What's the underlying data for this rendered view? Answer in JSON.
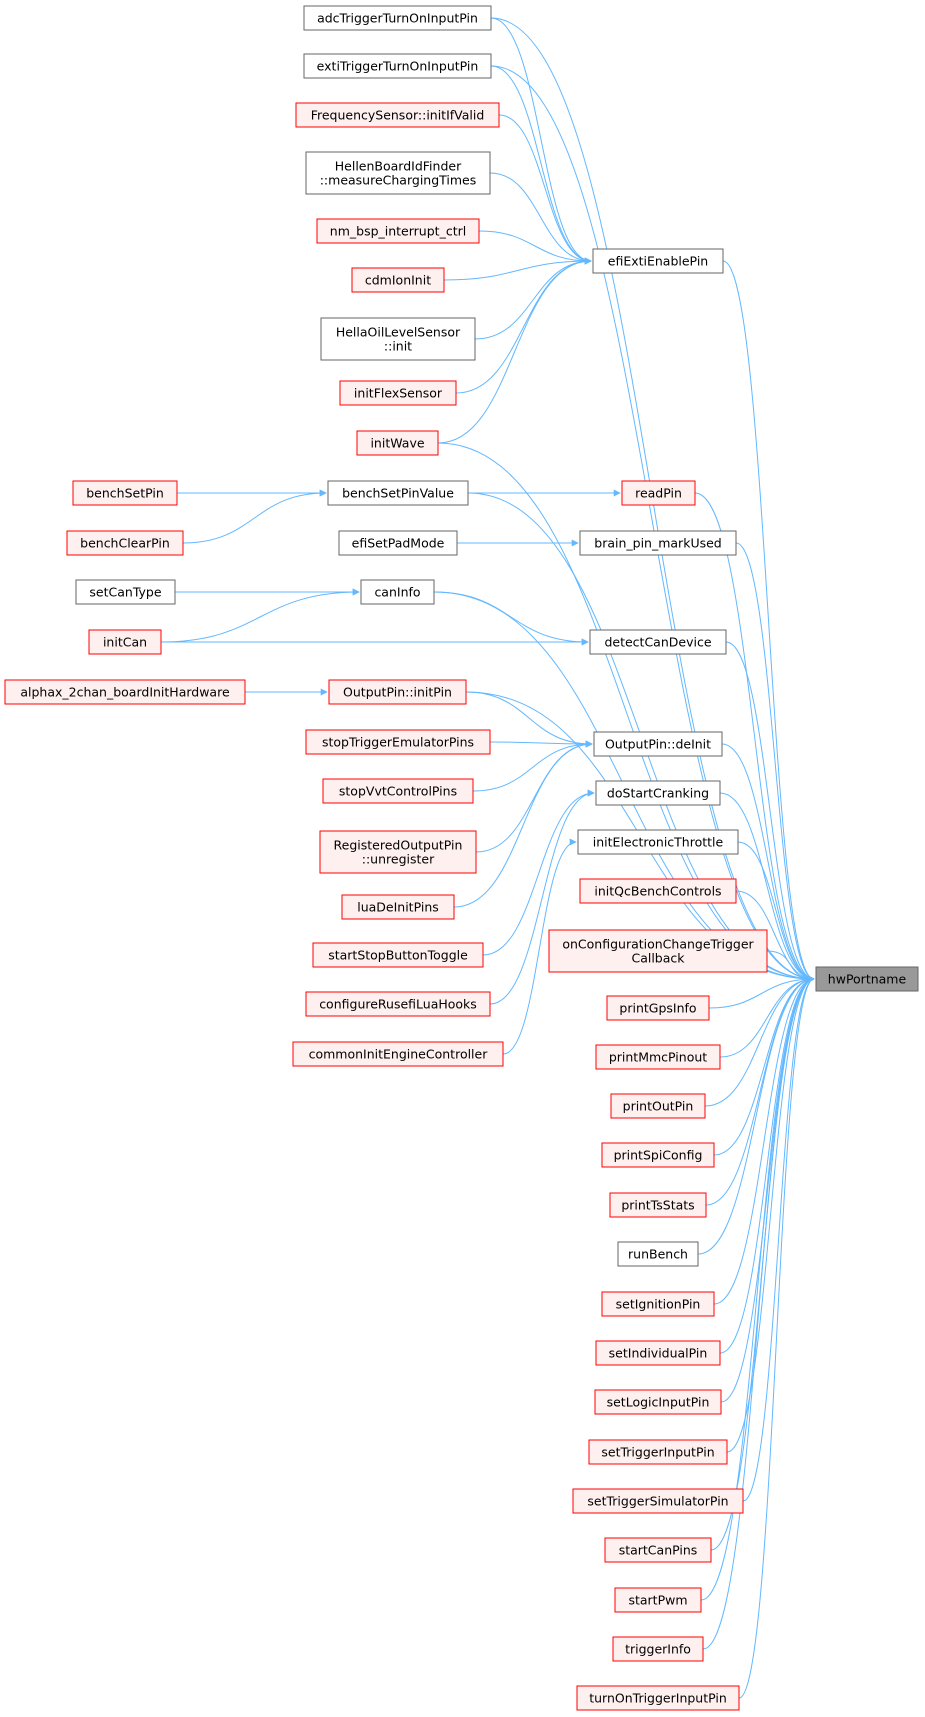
{
  "diagram": {
    "colors": {
      "edge": "#63b8ff",
      "plain_border": "#666666",
      "truncated_border": "#ff0000",
      "truncated_fill": "#fff0f0",
      "target_fill": "#999999"
    },
    "nodes": [
      {
        "id": "adcTriggerTurnOnInputPin",
        "lines": [
          "adcTriggerTurnOnInputPin"
        ],
        "style": "plain"
      },
      {
        "id": "extiTriggerTurnOnInputPin",
        "lines": [
          "extiTriggerTurnOnInputPin"
        ],
        "style": "plain"
      },
      {
        "id": "FrequencySensor_initIfValid",
        "lines": [
          "FrequencySensor::initIfValid"
        ],
        "style": "red"
      },
      {
        "id": "HellenBoardIdFinder_measureChargingTimes",
        "lines": [
          "HellenBoardIdFinder",
          "::measureChargingTimes"
        ],
        "style": "plain"
      },
      {
        "id": "nm_bsp_interrupt_ctrl",
        "lines": [
          "nm_bsp_interrupt_ctrl"
        ],
        "style": "red"
      },
      {
        "id": "cdmIonInit",
        "lines": [
          "cdmIonInit"
        ],
        "style": "red"
      },
      {
        "id": "HellaOilLevelSensor_init",
        "lines": [
          "HellaOilLevelSensor",
          "::init"
        ],
        "style": "plain"
      },
      {
        "id": "initFlexSensor",
        "lines": [
          "initFlexSensor"
        ],
        "style": "red"
      },
      {
        "id": "initWave",
        "lines": [
          "initWave"
        ],
        "style": "red"
      },
      {
        "id": "efiExtiEnablePin",
        "lines": [
          "efiExtiEnablePin"
        ],
        "style": "plain"
      },
      {
        "id": "benchSetPin",
        "lines": [
          "benchSetPin"
        ],
        "style": "red"
      },
      {
        "id": "benchClearPin",
        "lines": [
          "benchClearPin"
        ],
        "style": "red"
      },
      {
        "id": "benchSetPinValue",
        "lines": [
          "benchSetPinValue"
        ],
        "style": "plain"
      },
      {
        "id": "readPin",
        "lines": [
          "readPin"
        ],
        "style": "red"
      },
      {
        "id": "efiSetPadMode",
        "lines": [
          "efiSetPadMode"
        ],
        "style": "plain"
      },
      {
        "id": "brain_pin_markUsed",
        "lines": [
          "brain_pin_markUsed"
        ],
        "style": "plain"
      },
      {
        "id": "setCanType",
        "lines": [
          "setCanType"
        ],
        "style": "plain"
      },
      {
        "id": "canInfo",
        "lines": [
          "canInfo"
        ],
        "style": "plain"
      },
      {
        "id": "initCan",
        "lines": [
          "initCan"
        ],
        "style": "red"
      },
      {
        "id": "detectCanDevice",
        "lines": [
          "detectCanDevice"
        ],
        "style": "plain"
      },
      {
        "id": "alphax_2chan_boardInitHardware",
        "lines": [
          "alphax_2chan_boardInitHardware"
        ],
        "style": "red"
      },
      {
        "id": "OutputPin_initPin",
        "lines": [
          "OutputPin::initPin"
        ],
        "style": "red"
      },
      {
        "id": "stopTriggerEmulatorPins",
        "lines": [
          "stopTriggerEmulatorPins"
        ],
        "style": "red"
      },
      {
        "id": "OutputPin_deInit",
        "lines": [
          "OutputPin::deInit"
        ],
        "style": "plain"
      },
      {
        "id": "stopVvtControlPins",
        "lines": [
          "stopVvtControlPins"
        ],
        "style": "red"
      },
      {
        "id": "doStartCranking",
        "lines": [
          "doStartCranking"
        ],
        "style": "plain"
      },
      {
        "id": "RegisteredOutputPin_unregister",
        "lines": [
          "RegisteredOutputPin",
          "::unregister"
        ],
        "style": "red"
      },
      {
        "id": "initElectronicThrottle",
        "lines": [
          "initElectronicThrottle"
        ],
        "style": "plain"
      },
      {
        "id": "luaDeInitPins",
        "lines": [
          "luaDeInitPins"
        ],
        "style": "red"
      },
      {
        "id": "initQcBenchControls",
        "lines": [
          "initQcBenchControls"
        ],
        "style": "red"
      },
      {
        "id": "startStopButtonToggle",
        "lines": [
          "startStopButtonToggle"
        ],
        "style": "red"
      },
      {
        "id": "onConfigurationChangeTriggerCallback",
        "lines": [
          "onConfigurationChangeTrigger",
          "Callback"
        ],
        "style": "red"
      },
      {
        "id": "hwPortname",
        "lines": [
          "hwPortname"
        ],
        "style": "target"
      },
      {
        "id": "configureRusefiLuaHooks",
        "lines": [
          "configureRusefiLuaHooks"
        ],
        "style": "red"
      },
      {
        "id": "printGpsInfo",
        "lines": [
          "printGpsInfo"
        ],
        "style": "red"
      },
      {
        "id": "commonInitEngineController",
        "lines": [
          "commonInitEngineController"
        ],
        "style": "red"
      },
      {
        "id": "printMmcPinout",
        "lines": [
          "printMmcPinout"
        ],
        "style": "red"
      },
      {
        "id": "printOutPin",
        "lines": [
          "printOutPin"
        ],
        "style": "red"
      },
      {
        "id": "printSpiConfig",
        "lines": [
          "printSpiConfig"
        ],
        "style": "red"
      },
      {
        "id": "printTsStats",
        "lines": [
          "printTsStats"
        ],
        "style": "red"
      },
      {
        "id": "runBench",
        "lines": [
          "runBench"
        ],
        "style": "plain"
      },
      {
        "id": "setIgnitionPin",
        "lines": [
          "setIgnitionPin"
        ],
        "style": "red"
      },
      {
        "id": "setIndividualPin",
        "lines": [
          "setIndividualPin"
        ],
        "style": "red"
      },
      {
        "id": "setLogicInputPin",
        "lines": [
          "setLogicInputPin"
        ],
        "style": "red"
      },
      {
        "id": "setTriggerInputPin",
        "lines": [
          "setTriggerInputPin"
        ],
        "style": "red"
      },
      {
        "id": "setTriggerSimulatorPin",
        "lines": [
          "setTriggerSimulatorPin"
        ],
        "style": "red"
      },
      {
        "id": "startCanPins",
        "lines": [
          "startCanPins"
        ],
        "style": "red"
      },
      {
        "id": "startPwm",
        "lines": [
          "startPwm"
        ],
        "style": "red"
      },
      {
        "id": "triggerInfo",
        "lines": [
          "triggerInfo"
        ],
        "style": "red"
      },
      {
        "id": "turnOnTriggerInputPin",
        "lines": [
          "turnOnTriggerInputPin"
        ],
        "style": "red"
      }
    ],
    "edges": [
      [
        "adcTriggerTurnOnInputPin",
        "efiExtiEnablePin"
      ],
      [
        "adcTriggerTurnOnInputPin",
        "hwPortname"
      ],
      [
        "extiTriggerTurnOnInputPin",
        "efiExtiEnablePin"
      ],
      [
        "extiTriggerTurnOnInputPin",
        "hwPortname"
      ],
      [
        "FrequencySensor_initIfValid",
        "efiExtiEnablePin"
      ],
      [
        "HellenBoardIdFinder_measureChargingTimes",
        "efiExtiEnablePin"
      ],
      [
        "nm_bsp_interrupt_ctrl",
        "efiExtiEnablePin"
      ],
      [
        "cdmIonInit",
        "efiExtiEnablePin"
      ],
      [
        "HellaOilLevelSensor_init",
        "efiExtiEnablePin"
      ],
      [
        "initFlexSensor",
        "efiExtiEnablePin"
      ],
      [
        "initWave",
        "efiExtiEnablePin"
      ],
      [
        "initWave",
        "hwPortname"
      ],
      [
        "efiExtiEnablePin",
        "hwPortname"
      ],
      [
        "benchSetPin",
        "benchSetPinValue"
      ],
      [
        "benchClearPin",
        "benchSetPinValue"
      ],
      [
        "benchSetPinValue",
        "readPin"
      ],
      [
        "benchSetPinValue",
        "hwPortname"
      ],
      [
        "readPin",
        "hwPortname"
      ],
      [
        "efiSetPadMode",
        "brain_pin_markUsed"
      ],
      [
        "brain_pin_markUsed",
        "hwPortname"
      ],
      [
        "setCanType",
        "canInfo"
      ],
      [
        "initCan",
        "canInfo"
      ],
      [
        "initCan",
        "detectCanDevice"
      ],
      [
        "canInfo",
        "detectCanDevice"
      ],
      [
        "canInfo",
        "hwPortname"
      ],
      [
        "detectCanDevice",
        "hwPortname"
      ],
      [
        "alphax_2chan_boardInitHardware",
        "OutputPin_initPin"
      ],
      [
        "OutputPin_initPin",
        "OutputPin_deInit"
      ],
      [
        "OutputPin_initPin",
        "hwPortname"
      ],
      [
        "stopTriggerEmulatorPins",
        "OutputPin_deInit"
      ],
      [
        "stopVvtControlPins",
        "OutputPin_deInit"
      ],
      [
        "RegisteredOutputPin_unregister",
        "OutputPin_deInit"
      ],
      [
        "luaDeInitPins",
        "OutputPin_deInit"
      ],
      [
        "OutputPin_deInit",
        "hwPortname"
      ],
      [
        "startStopButtonToggle",
        "doStartCranking"
      ],
      [
        "configureRusefiLuaHooks",
        "doStartCranking"
      ],
      [
        "doStartCranking",
        "hwPortname"
      ],
      [
        "commonInitEngineController",
        "initElectronicThrottle"
      ],
      [
        "initElectronicThrottle",
        "hwPortname"
      ],
      [
        "initQcBenchControls",
        "hwPortname"
      ],
      [
        "onConfigurationChangeTriggerCallback",
        "hwPortname"
      ],
      [
        "printGpsInfo",
        "hwPortname"
      ],
      [
        "printMmcPinout",
        "hwPortname"
      ],
      [
        "printOutPin",
        "hwPortname"
      ],
      [
        "printSpiConfig",
        "hwPortname"
      ],
      [
        "printTsStats",
        "hwPortname"
      ],
      [
        "runBench",
        "hwPortname"
      ],
      [
        "setIgnitionPin",
        "hwPortname"
      ],
      [
        "setIndividualPin",
        "hwPortname"
      ],
      [
        "setLogicInputPin",
        "hwPortname"
      ],
      [
        "setTriggerInputPin",
        "hwPortname"
      ],
      [
        "setTriggerSimulatorPin",
        "hwPortname"
      ],
      [
        "startCanPins",
        "hwPortname"
      ],
      [
        "startPwm",
        "hwPortname"
      ],
      [
        "triggerInfo",
        "hwPortname"
      ],
      [
        "turnOnTriggerInputPin",
        "hwPortname"
      ]
    ]
  }
}
